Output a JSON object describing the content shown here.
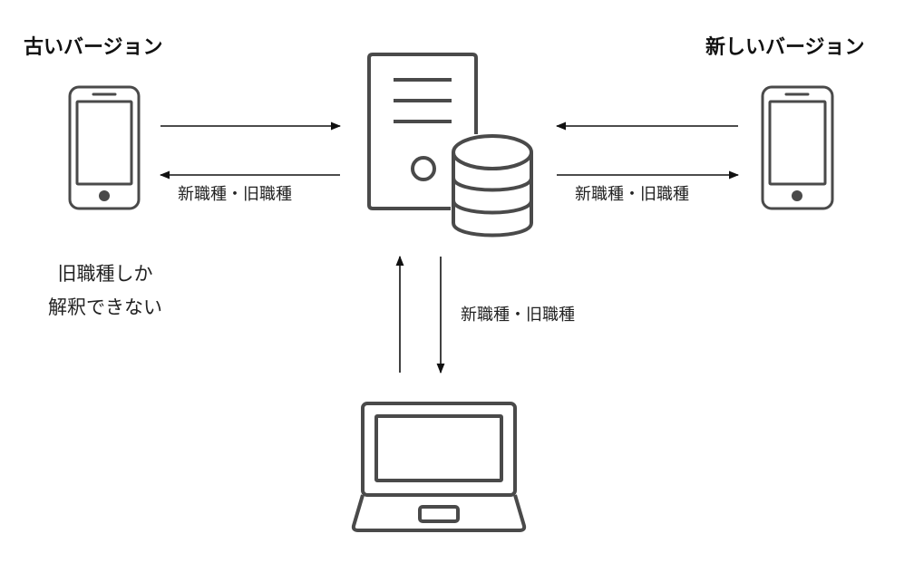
{
  "titles": {
    "old_version": "古いバージョン",
    "new_version": "新しいバージョン"
  },
  "flow_labels": {
    "server_to_old_phone": "新職種・旧職種",
    "server_to_new_phone": "新職種・旧職種",
    "server_to_laptop": "新職種・旧職種"
  },
  "notes": {
    "old_phone_line1": "旧職種しか",
    "old_phone_line2": "解釈できない"
  },
  "icons": {
    "old_phone": "smartphone-icon",
    "new_phone": "smartphone-icon",
    "server": "server-database-icon",
    "laptop": "laptop-icon"
  },
  "colors": {
    "icon_stroke": "#4a4a4a",
    "arrow": "#111111"
  }
}
